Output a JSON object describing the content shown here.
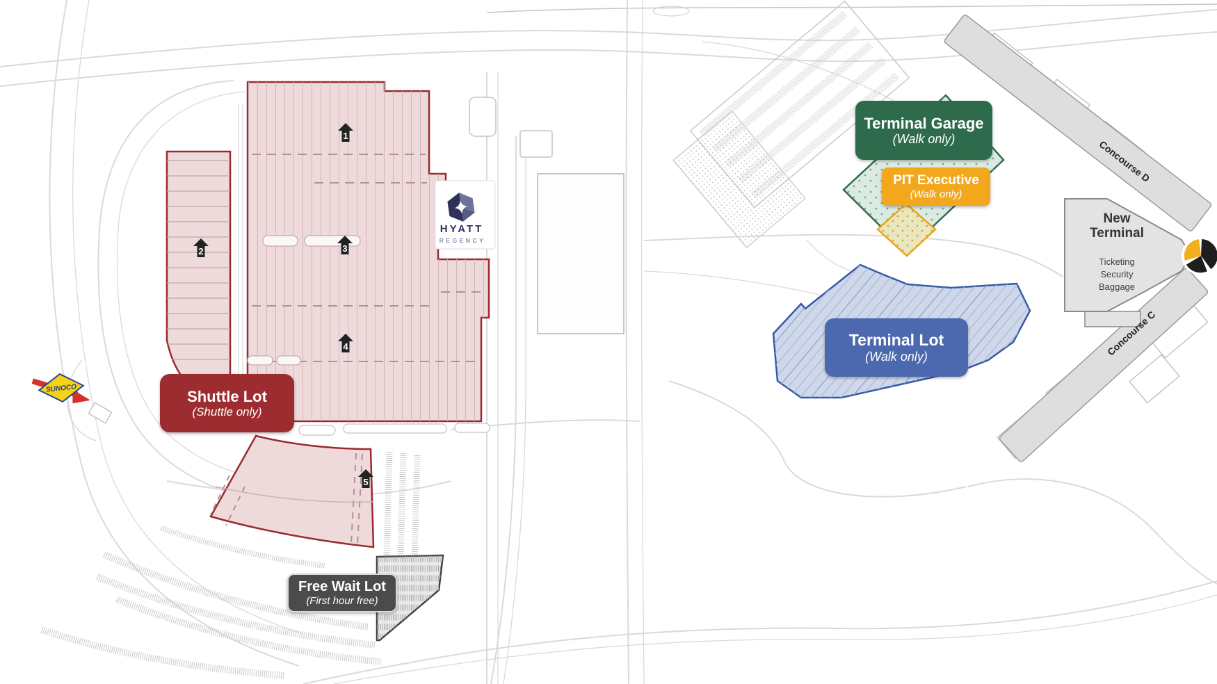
{
  "map": {
    "lots": {
      "shuttle": {
        "title": "Shuttle Lot",
        "subtitle": "(Shuttle only)",
        "color": "#9d2c30",
        "fill": "#eedadb",
        "border": "#9b2a2e"
      },
      "free_wait": {
        "title": "Free Wait Lot",
        "subtitle": "(First hour free)",
        "color": "#4b4b4d",
        "fill": "#e9e9e9",
        "border": "#3f3f3f"
      },
      "terminal_garage": {
        "title": "Terminal Garage",
        "subtitle": "(Walk only)",
        "color": "#2e6b4d",
        "fill": "#dcebe2",
        "border": "#2e6b4e"
      },
      "pit_executive": {
        "title": "PIT Executive",
        "subtitle": "(Walk only)",
        "color": "#f3a71d",
        "fill": "#eae6bd",
        "border": "#eea41c"
      },
      "terminal_lot": {
        "title": "Terminal Lot",
        "subtitle": "(Walk only)",
        "color": "#4c68ae",
        "fill": "#cfd8ea",
        "border": "#3458a6"
      }
    },
    "markers": [
      {
        "number": "1"
      },
      {
        "number": "2"
      },
      {
        "number": "3"
      },
      {
        "number": "4"
      },
      {
        "number": "5"
      }
    ],
    "terminal": {
      "line1": "New",
      "line2": "Terminal",
      "services": [
        "Ticketing",
        "Security",
        "Baggage"
      ]
    },
    "concourses": {
      "d": "Concourse D",
      "c": "Concourse C"
    },
    "pois": {
      "hyatt_line1": "HYATT",
      "hyatt_line2": "REGENCY",
      "sunoco": "SUNOCO"
    }
  }
}
